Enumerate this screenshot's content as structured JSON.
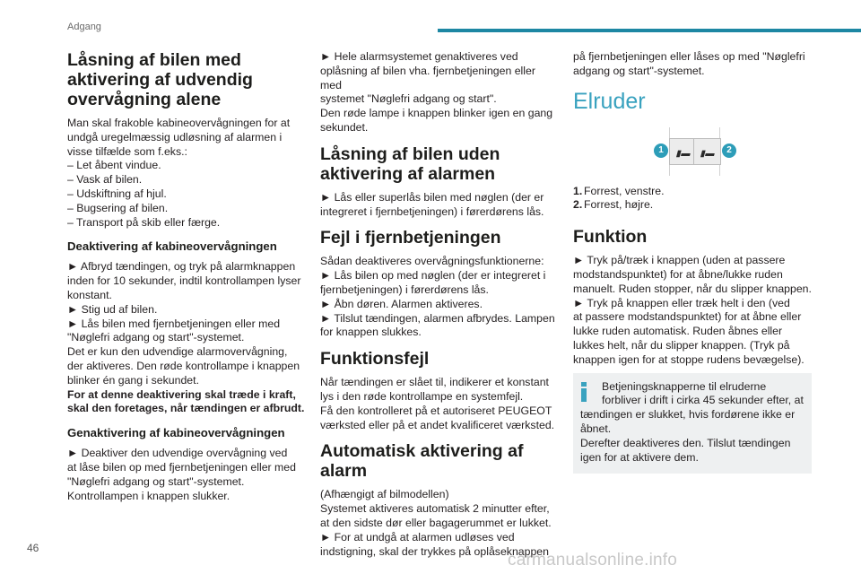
{
  "header": {
    "section_label": "Adgang"
  },
  "footer": {
    "page_number": "46",
    "watermark": "carmanualsonline.info"
  },
  "col1": {
    "h_main": "Låsning af bilen med aktivering af udvendig overvågning alene",
    "intro": [
      "Man skal frakoble kabineovervågningen for at",
      "undgå uregelmæssig udløsning af alarmen i",
      "visse tilfælde som f.eks.:",
      "– Let åbent vindue.",
      "– Vask af bilen.",
      "– Udskiftning af hjul.",
      "– Bugsering af bilen.",
      "– Transport på skib eller færge."
    ],
    "h_deact": "Deaktivering af kabineovervågningen",
    "deact_text": [
      "► Afbryd tændingen, og tryk på alarmknappen",
      "inden for 10 sekunder, indtil kontrollampen lyser",
      "konstant.",
      "► Stig ud af bilen.",
      "► Lås bilen med fjernbetjeningen eller med",
      "\"Nøglefri adgang og start\"-systemet.",
      "Det er kun den udvendige alarmovervågning,",
      "der aktiveres. Den røde kontrollampe i knappen",
      "blinker én gang i sekundet."
    ],
    "deact_bold": [
      "For at denne deaktivering skal træde i kraft,",
      "skal den foretages, når tændingen er afbrudt."
    ],
    "h_act": "Genaktivering af kabineovervågningen",
    "act_text": [
      "► Deaktiver den udvendige overvågning ved",
      "at låse bilen op med fjernbetjeningen eller med",
      "\"Nøglefri adgang og start\"-systemet.",
      "Kontrollampen i knappen slukker."
    ]
  },
  "col2": {
    "cont_text": [
      "► Hele alarmsystemet genaktiveres ved",
      "oplåsning af bilen vha. fjernbetjeningen eller med",
      "systemet \"Nøglefri adgang og start\".",
      "Den røde lampe i knappen blinker igen en gang",
      "sekundet."
    ],
    "h_noalarm": "Låsning af bilen uden aktivering af alarmen",
    "noalarm_text": [
      "► Lås eller superlås bilen med nøglen (der er",
      "integreret i fjernbetjeningen) i førerdørens lås."
    ],
    "h_remote": "Fejl i fjernbetjeningen",
    "remote_text": [
      "Sådan deaktiveres overvågningsfunktionerne:",
      "► Lås bilen op med nøglen (der er integreret i",
      "fjernbetjeningen) i førerdørens lås.",
      "► Åbn døren. Alarmen aktiveres.",
      "► Tilslut tændingen, alarmen afbrydes. Lampen",
      "for knappen slukkes."
    ],
    "h_fault": "Funktionsfejl",
    "fault_text": [
      "Når tændingen er slået til, indikerer et konstant",
      "lys i den røde kontrollampe en systemfejl.",
      "Få den kontrolleret på et autoriseret PEUGEOT",
      "værksted eller på et andet kvalificeret værksted."
    ],
    "h_auto": "Automatisk aktivering af alarm",
    "auto_text": [
      "(Afhængigt af bilmodellen)",
      "Systemet aktiveres automatisk 2 minutter efter,",
      "at den sidste dør eller bagagerummet er lukket.",
      "► For at undgå at alarmen udløses ved",
      "indstigning, skal der trykkes på oplåseknappen"
    ]
  },
  "col3": {
    "cont_text": [
      "på fjernbetjeningen eller låses op med \"Nøglefri",
      "adgang og start\"-systemet."
    ],
    "h_windows": "Elruder",
    "figure": {
      "callout_1": "1",
      "callout_2": "2"
    },
    "list": [
      {
        "num": "1.",
        "text": "Forrest, venstre."
      },
      {
        "num": "2.",
        "text": "Forrest, højre."
      }
    ],
    "h_function": "Funktion",
    "function_text": [
      "► Tryk på/træk i knappen (uden at passere",
      "modstandspunktet) for at åbne/lukke ruden",
      "manuelt. Ruden stopper, når du slipper knappen.",
      "► Tryk på knappen eller træk helt i den (ved",
      "at passere modstandspunktet) for at åbne eller",
      "lukke ruden automatisk. Ruden åbnes eller",
      "lukkes helt, når du slipper knappen. (Tryk på",
      "knappen igen for at stoppe rudens bevægelse)."
    ],
    "info_text": [
      "Betjeningsknapperne til elruderne",
      "forbliver i drift i cirka 45 sekunder efter, at",
      "tændingen er slukket, hvis fordørene ikke er",
      "åbnet.",
      "Derefter deaktiveres den. Tilslut tændingen",
      "igen for at aktivere dem."
    ]
  }
}
